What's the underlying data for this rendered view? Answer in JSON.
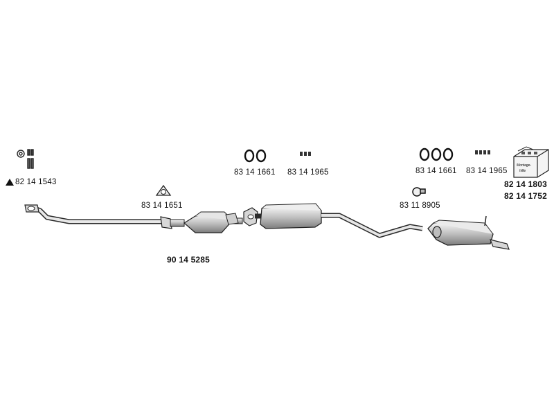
{
  "parts": {
    "fitting_kit": {
      "marker": "▲",
      "number": "82 14 1543"
    },
    "downpipe_gasket": {
      "number": "83 14 1651"
    },
    "catalyst_pipe": {
      "number": "90 14 5285"
    },
    "rubber_mounts_front": {
      "number": "83 14 1661"
    },
    "clamps_front": {
      "number": "83 14 1965"
    },
    "pipe_clamp": {
      "number": "83 11 8905"
    },
    "rubber_mounts_rear": {
      "number": "83 14 1661"
    },
    "clamps_rear": {
      "number": "83 14 1965"
    },
    "mounting_kit": {
      "number_1": "82 14 1803",
      "number_2": "82 14 1752",
      "box_text_1": "Montage-",
      "box_text_2": "hilfe"
    }
  },
  "colors": {
    "line": "#2a2a2a",
    "fill": "#cfcfcf",
    "fill_dark": "#9a9a9a"
  }
}
